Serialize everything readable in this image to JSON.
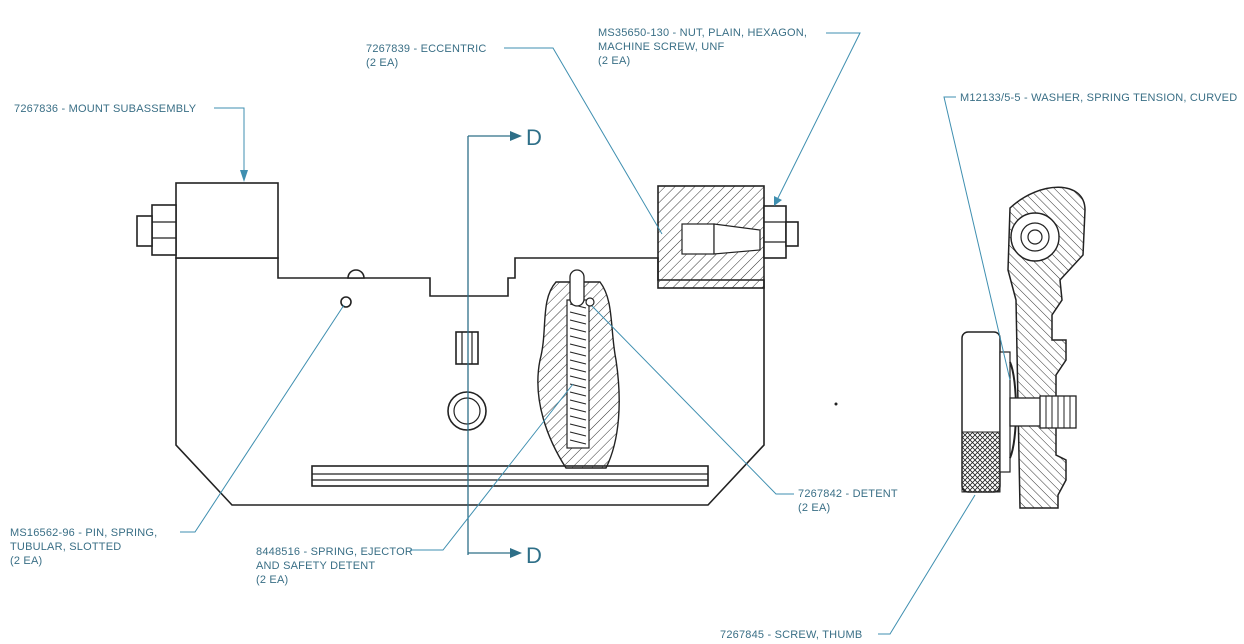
{
  "colors": {
    "callout_text": "#3a6f86",
    "leader": "#3f8fb0",
    "section": "#2e6f88",
    "outline": "#222222"
  },
  "section_marks": {
    "top": "D",
    "bottom": "D"
  },
  "callouts": [
    {
      "id": "mount",
      "lines": [
        "7267836 - MOUNT SUBASSEMBLY"
      ]
    },
    {
      "id": "eccentric",
      "lines": [
        "7267839 - ECCENTRIC",
        "(2 EA)"
      ]
    },
    {
      "id": "nut",
      "lines": [
        "MS35650-130 - NUT, PLAIN, HEXAGON,",
        "MACHINE SCREW, UNF",
        "(2 EA)"
      ]
    },
    {
      "id": "washer",
      "lines": [
        "M12133/5-5 - WASHER, SPRING TENSION, CURVED"
      ]
    },
    {
      "id": "pin",
      "lines": [
        "MS16562-96 - PIN, SPRING,",
        "TUBULAR, SLOTTED",
        "(2 EA)"
      ]
    },
    {
      "id": "spring",
      "lines": [
        "8448516 - SPRING, EJECTOR",
        "AND SAFETY DETENT",
        "(2 EA)"
      ]
    },
    {
      "id": "detent",
      "lines": [
        "7267842 - DETENT",
        "(2 EA)"
      ]
    },
    {
      "id": "thumb",
      "lines": [
        "7267845 - SCREW, THUMB"
      ]
    }
  ]
}
